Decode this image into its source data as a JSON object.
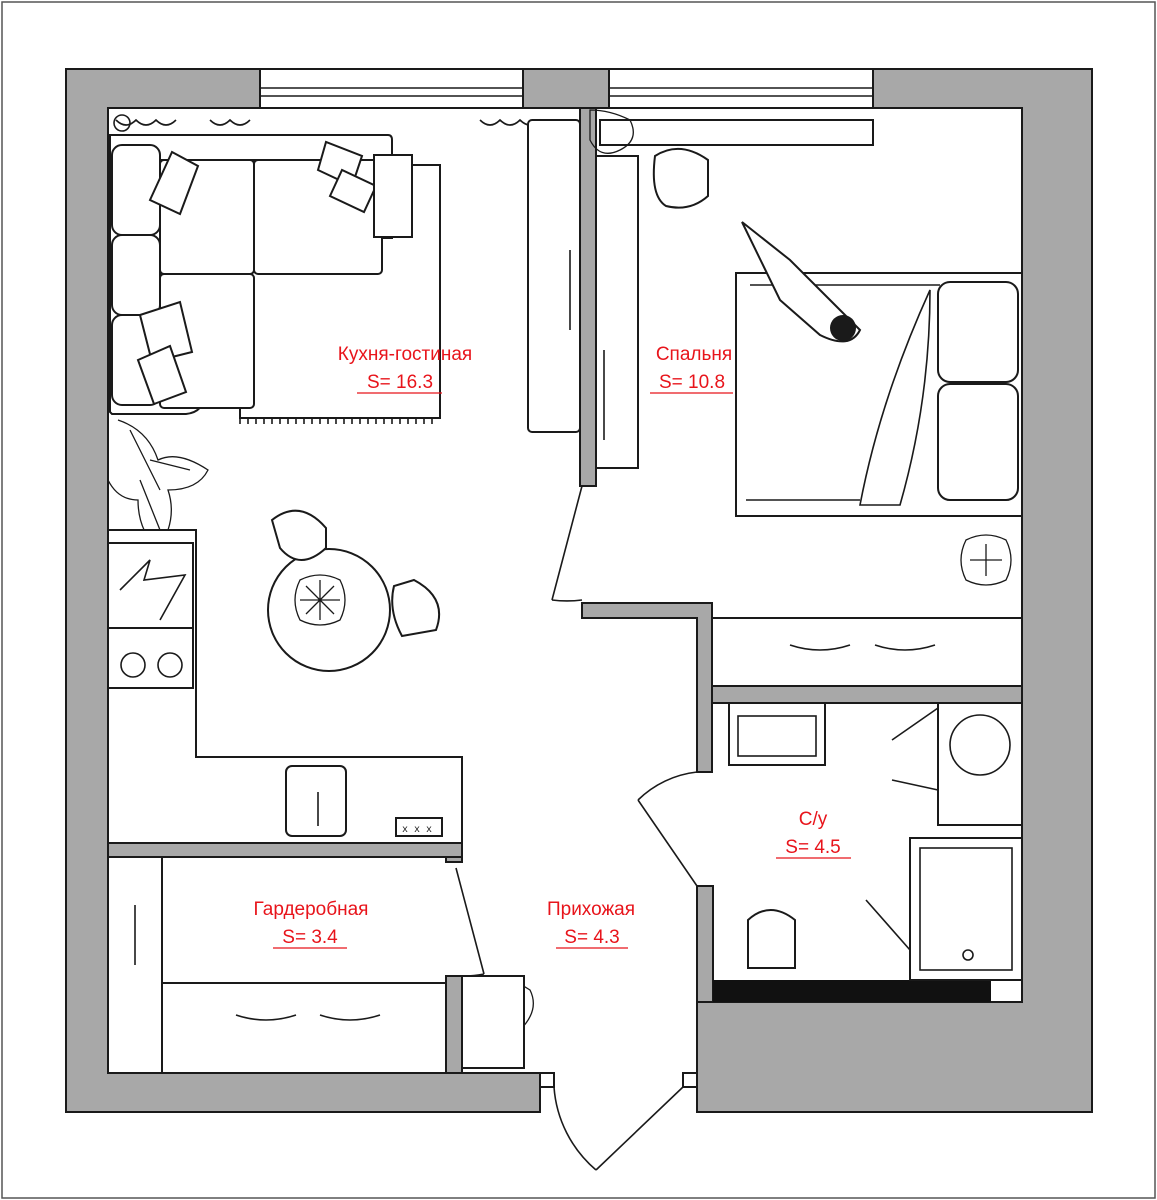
{
  "rooms": {
    "kitchen_living": {
      "name": "Кухня-гостиная",
      "area": "S= 16.3"
    },
    "bedroom": {
      "name": "Спальня",
      "area": "S= 10.8"
    },
    "bathroom": {
      "name": "С/у",
      "area": "S= 4.5"
    },
    "wardrobe": {
      "name": "Гардеробная",
      "area": "S= 3.4"
    },
    "hallway": {
      "name": "Прихожая",
      "area": "S= 4.3"
    }
  },
  "appliances": {
    "dishwasher_label": "x x x"
  },
  "colors": {
    "wall": "#a8a8a8",
    "label": "#e8141b",
    "line": "#1a1a1a",
    "frame": "#555555"
  }
}
